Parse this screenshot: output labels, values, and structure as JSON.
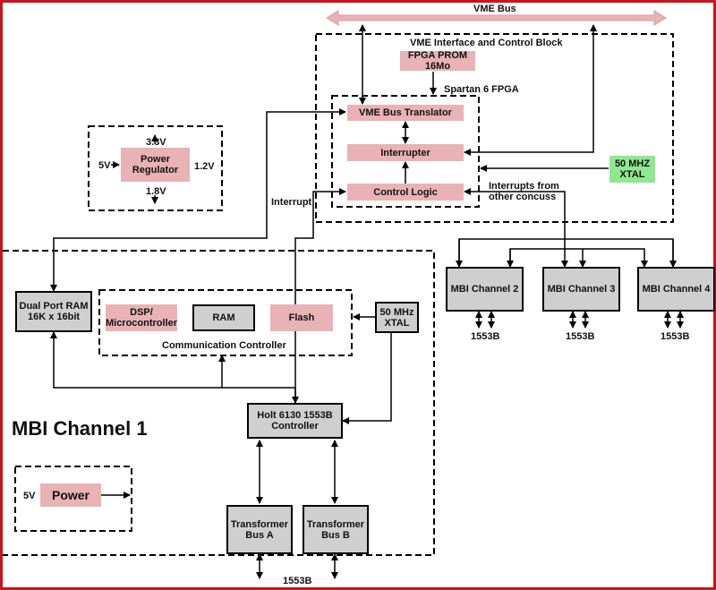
{
  "vme_bus": "VME Bus",
  "vme_block": {
    "title": "VME Interface and Control Block",
    "fpga_prom": "FPGA PROM\n16Mo",
    "spartan": "Spartan 6 FPGA",
    "translator": "VME Bus Translator",
    "interrupter": "Interrupter",
    "control_logic": "Control Logic",
    "xtal": "50 MHZ\nXTAL",
    "interrupts_note": "Interrupts from\nother concuss"
  },
  "power_regulator": {
    "label": "Power\nRegulator",
    "in": "5V",
    "out_top": "3.3V",
    "out_right": "1.2V",
    "out_bottom": "1.8V"
  },
  "interrupt_label": "Interrupt",
  "channels": [
    {
      "name": "MBI Channel 2",
      "bus": "1553B"
    },
    {
      "name": "MBI Channel 3",
      "bus": "1553B"
    },
    {
      "name": "MBI Channel 4",
      "bus": "1553B"
    }
  ],
  "channel1": {
    "title": "MBI Channel 1",
    "dual_port_ram": "Dual Port RAM\n16K x 16bit",
    "dsp": "DSP/\nMicrocontroller",
    "ram": "RAM",
    "flash": "Flash",
    "comm_controller": "Communication Controller",
    "xtal": "50 MHz\nXTAL",
    "holt": "Holt 6130 1553B\nController",
    "transformer_a": "Transformer\nBus A",
    "transformer_b": "Transformer\nBus B",
    "bus": "1553B",
    "power_in": "5V",
    "power": "Power"
  }
}
